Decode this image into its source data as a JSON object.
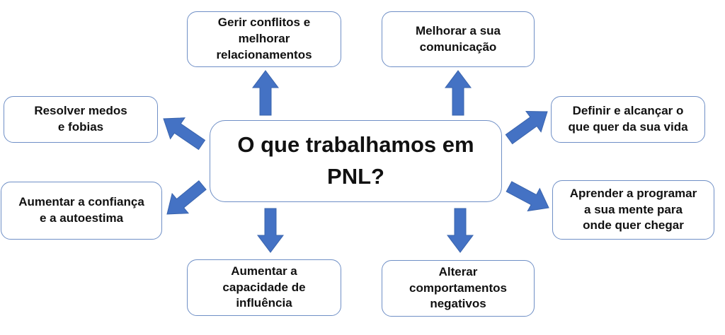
{
  "center": {
    "lines": [
      "O que trabalhamos em",
      "PNL?"
    ]
  },
  "nodes": {
    "conflitos": {
      "lines": [
        "Gerir conflitos e",
        "melhorar",
        "relacionamentos"
      ]
    },
    "comunicacao": {
      "lines": [
        "Melhorar a sua",
        "comunicação"
      ]
    },
    "medos": {
      "lines": [
        "Resolver medos",
        "e fobias"
      ]
    },
    "definir": {
      "lines": [
        "Definir e alcançar o",
        "que quer da sua vida"
      ]
    },
    "confianca": {
      "lines": [
        "Aumentar a confiança",
        "e a autoestima"
      ]
    },
    "programar": {
      "lines": [
        "Aprender a programar",
        "a sua mente para",
        "onde quer chegar"
      ]
    },
    "influencia": {
      "lines": [
        "Aumentar a",
        "capacidade de",
        "influência"
      ]
    },
    "comportamentos": {
      "lines": [
        "Alterar",
        "comportamentos",
        "negativos"
      ]
    }
  },
  "colors": {
    "arrow": "#4472c4",
    "arrow_stroke": "#3a64ad",
    "box_border": "#6f8fc6"
  }
}
